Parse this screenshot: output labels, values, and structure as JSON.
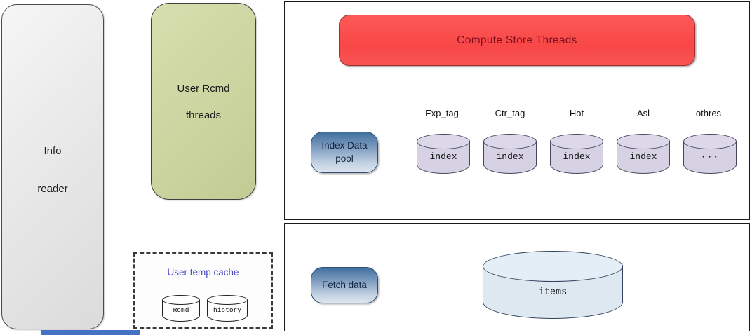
{
  "left_panel": {
    "line1": "Info",
    "line2": "reader"
  },
  "user_rcmd": {
    "line1": "User Rcmd",
    "line2": "threads"
  },
  "temp_cache": {
    "title": "User temp cache",
    "cylinders": [
      {
        "label": "Rcmd"
      },
      {
        "label": "history"
      }
    ]
  },
  "compute_panel": {
    "title": "Compute Store Threads",
    "index_pool": {
      "line1": "Index Data",
      "line2": "pool"
    },
    "columns": [
      {
        "label": "Exp_tag",
        "cylinder": "index"
      },
      {
        "label": "Ctr_tag",
        "cylinder": "index"
      },
      {
        "label": "Hot",
        "cylinder": "index"
      },
      {
        "label": "Asl",
        "cylinder": "index"
      },
      {
        "label": "othres",
        "cylinder": "···"
      }
    ]
  },
  "fetch_panel": {
    "button": "Fetch data",
    "cylinder": "items"
  },
  "colors": {
    "compute_fill": "#f94b4b",
    "compute_text": "#7e1021",
    "rcmd_green": "#ccd5a0",
    "pool_gradient_top": "#40719f",
    "pool_gradient_bottom": "#dce4ee",
    "index_cylinder": "#d6d2e4",
    "items_cylinder": "#dde8f1",
    "temp_cache_title": "#4a4ac9",
    "bottom_strip": "#4472c4"
  }
}
